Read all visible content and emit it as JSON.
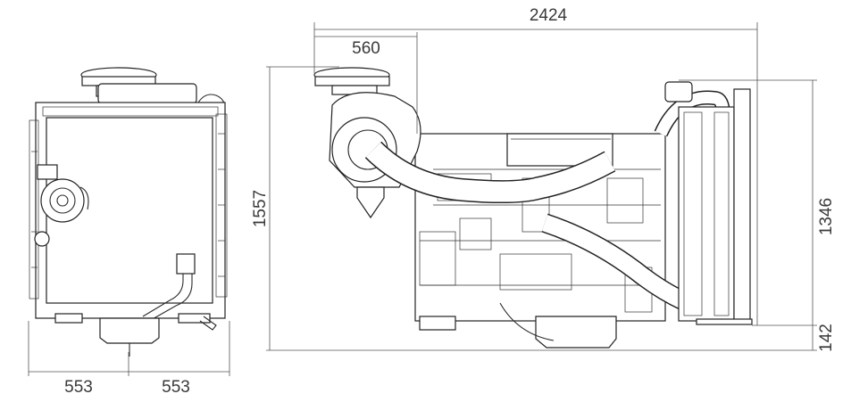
{
  "dimensions": {
    "overall_length": "2424",
    "air_filter_offset": "560",
    "overall_height": "1557",
    "radiator_height": "1346",
    "base_height": "142",
    "half_width_left": "553",
    "half_width_right": "553"
  },
  "views": [
    "front-view",
    "side-view"
  ]
}
